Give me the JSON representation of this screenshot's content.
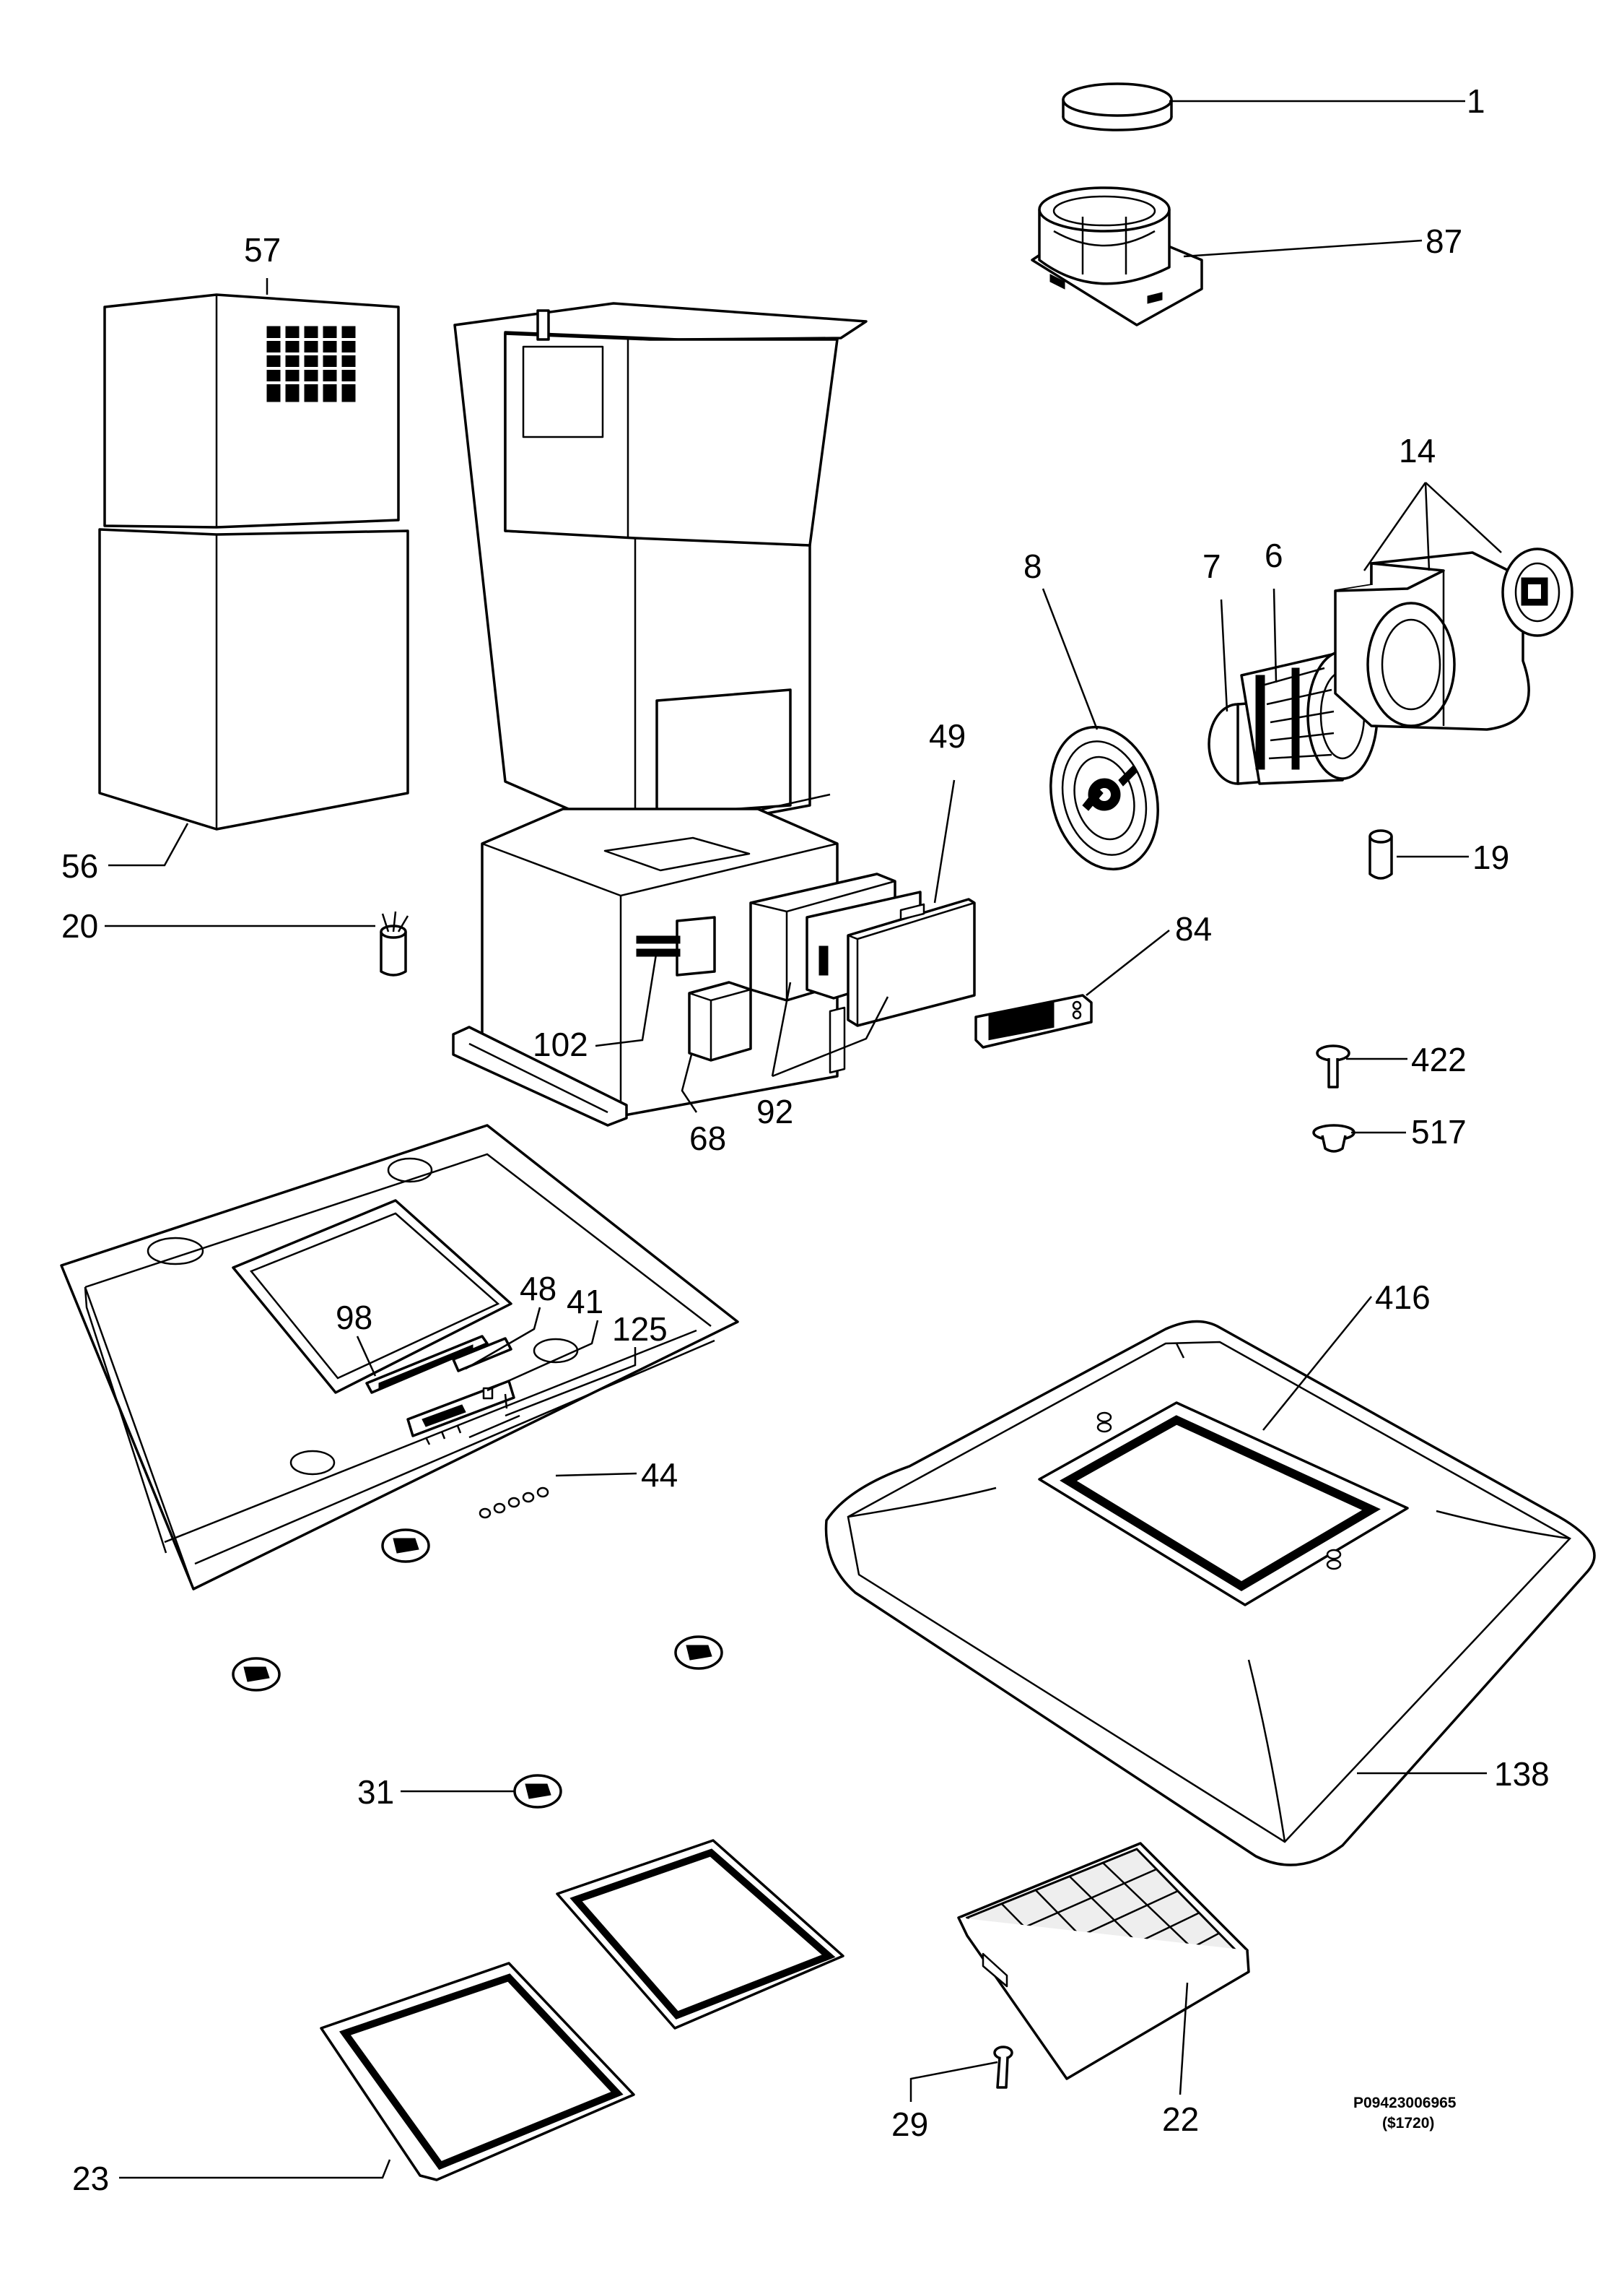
{
  "labels": {
    "l1": "1",
    "l87": "87",
    "l57": "57",
    "l14": "14",
    "l8": "8",
    "l7": "7",
    "l6": "6",
    "l49": "49",
    "l56": "56",
    "l19": "19",
    "l20": "20",
    "l84": "84",
    "l102": "102",
    "l422": "422",
    "l92": "92",
    "l68": "68",
    "l517": "517",
    "l416": "416",
    "l48": "48",
    "l41": "41",
    "l98": "98",
    "l125": "125",
    "l44": "44",
    "l138": "138",
    "l31": "31",
    "l29": "29",
    "l22": "22",
    "l23": "23"
  },
  "drawing_code": {
    "line1": "P09423006965",
    "line2": "($1720)"
  }
}
